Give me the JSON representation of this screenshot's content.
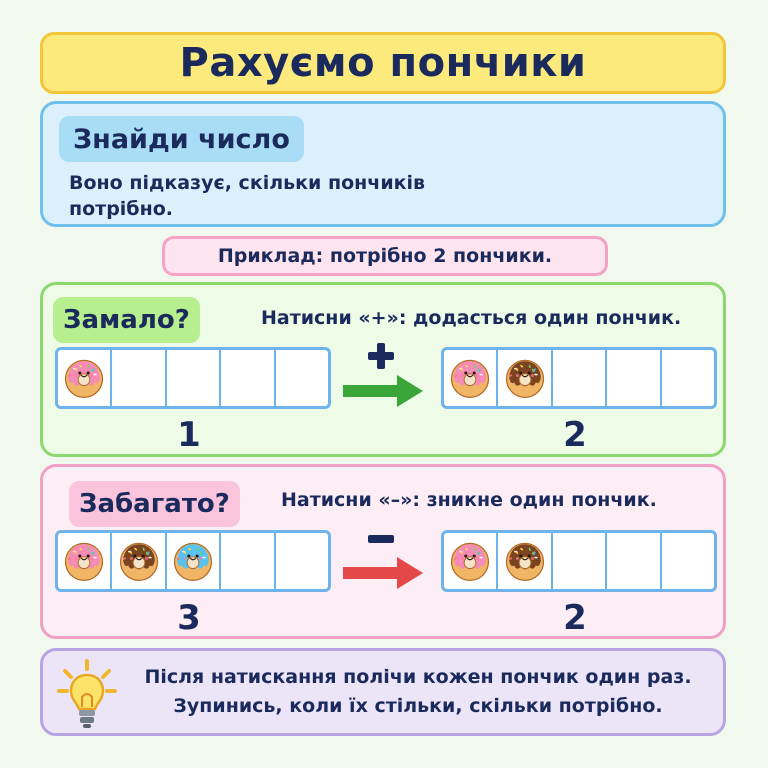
{
  "title": "Рахуємо пончики",
  "find": {
    "title": "Знайди число",
    "text": "Воно підказує, скільки пончиків потрібно."
  },
  "example": "Приклад: потрібно 2 пончики.",
  "too_few": {
    "tag": "Замало?",
    "hint": "Натисни «+»: додасться один пончик.",
    "before": {
      "count": "1",
      "cells": [
        "pink",
        "",
        "",
        "",
        ""
      ]
    },
    "after": {
      "count": "2",
      "cells": [
        "pink",
        "brown",
        "",
        "",
        ""
      ]
    },
    "arrow_symbol": "plus",
    "arrow_color": "#3aa63a"
  },
  "too_many": {
    "tag": "Забагато?",
    "hint": "Натисни «–»: зникне один пончик.",
    "before": {
      "count": "3",
      "cells": [
        "pink",
        "brown",
        "blue",
        "",
        ""
      ]
    },
    "after": {
      "count": "2",
      "cells": [
        "pink",
        "brown",
        "",
        "",
        ""
      ]
    },
    "arrow_symbol": "minus",
    "arrow_color": "#e54848"
  },
  "tip": {
    "icon": "lightbulb-icon",
    "line1": "Після натискання полічи кожен пончик один раз.",
    "line2": "Зупинись, коли їх стільки, скільки потрібно."
  },
  "colors": {
    "donut_pink": "#f58bb7",
    "donut_brown": "#7a4420",
    "donut_blue": "#57c3ee",
    "dough": "#f0b565"
  }
}
